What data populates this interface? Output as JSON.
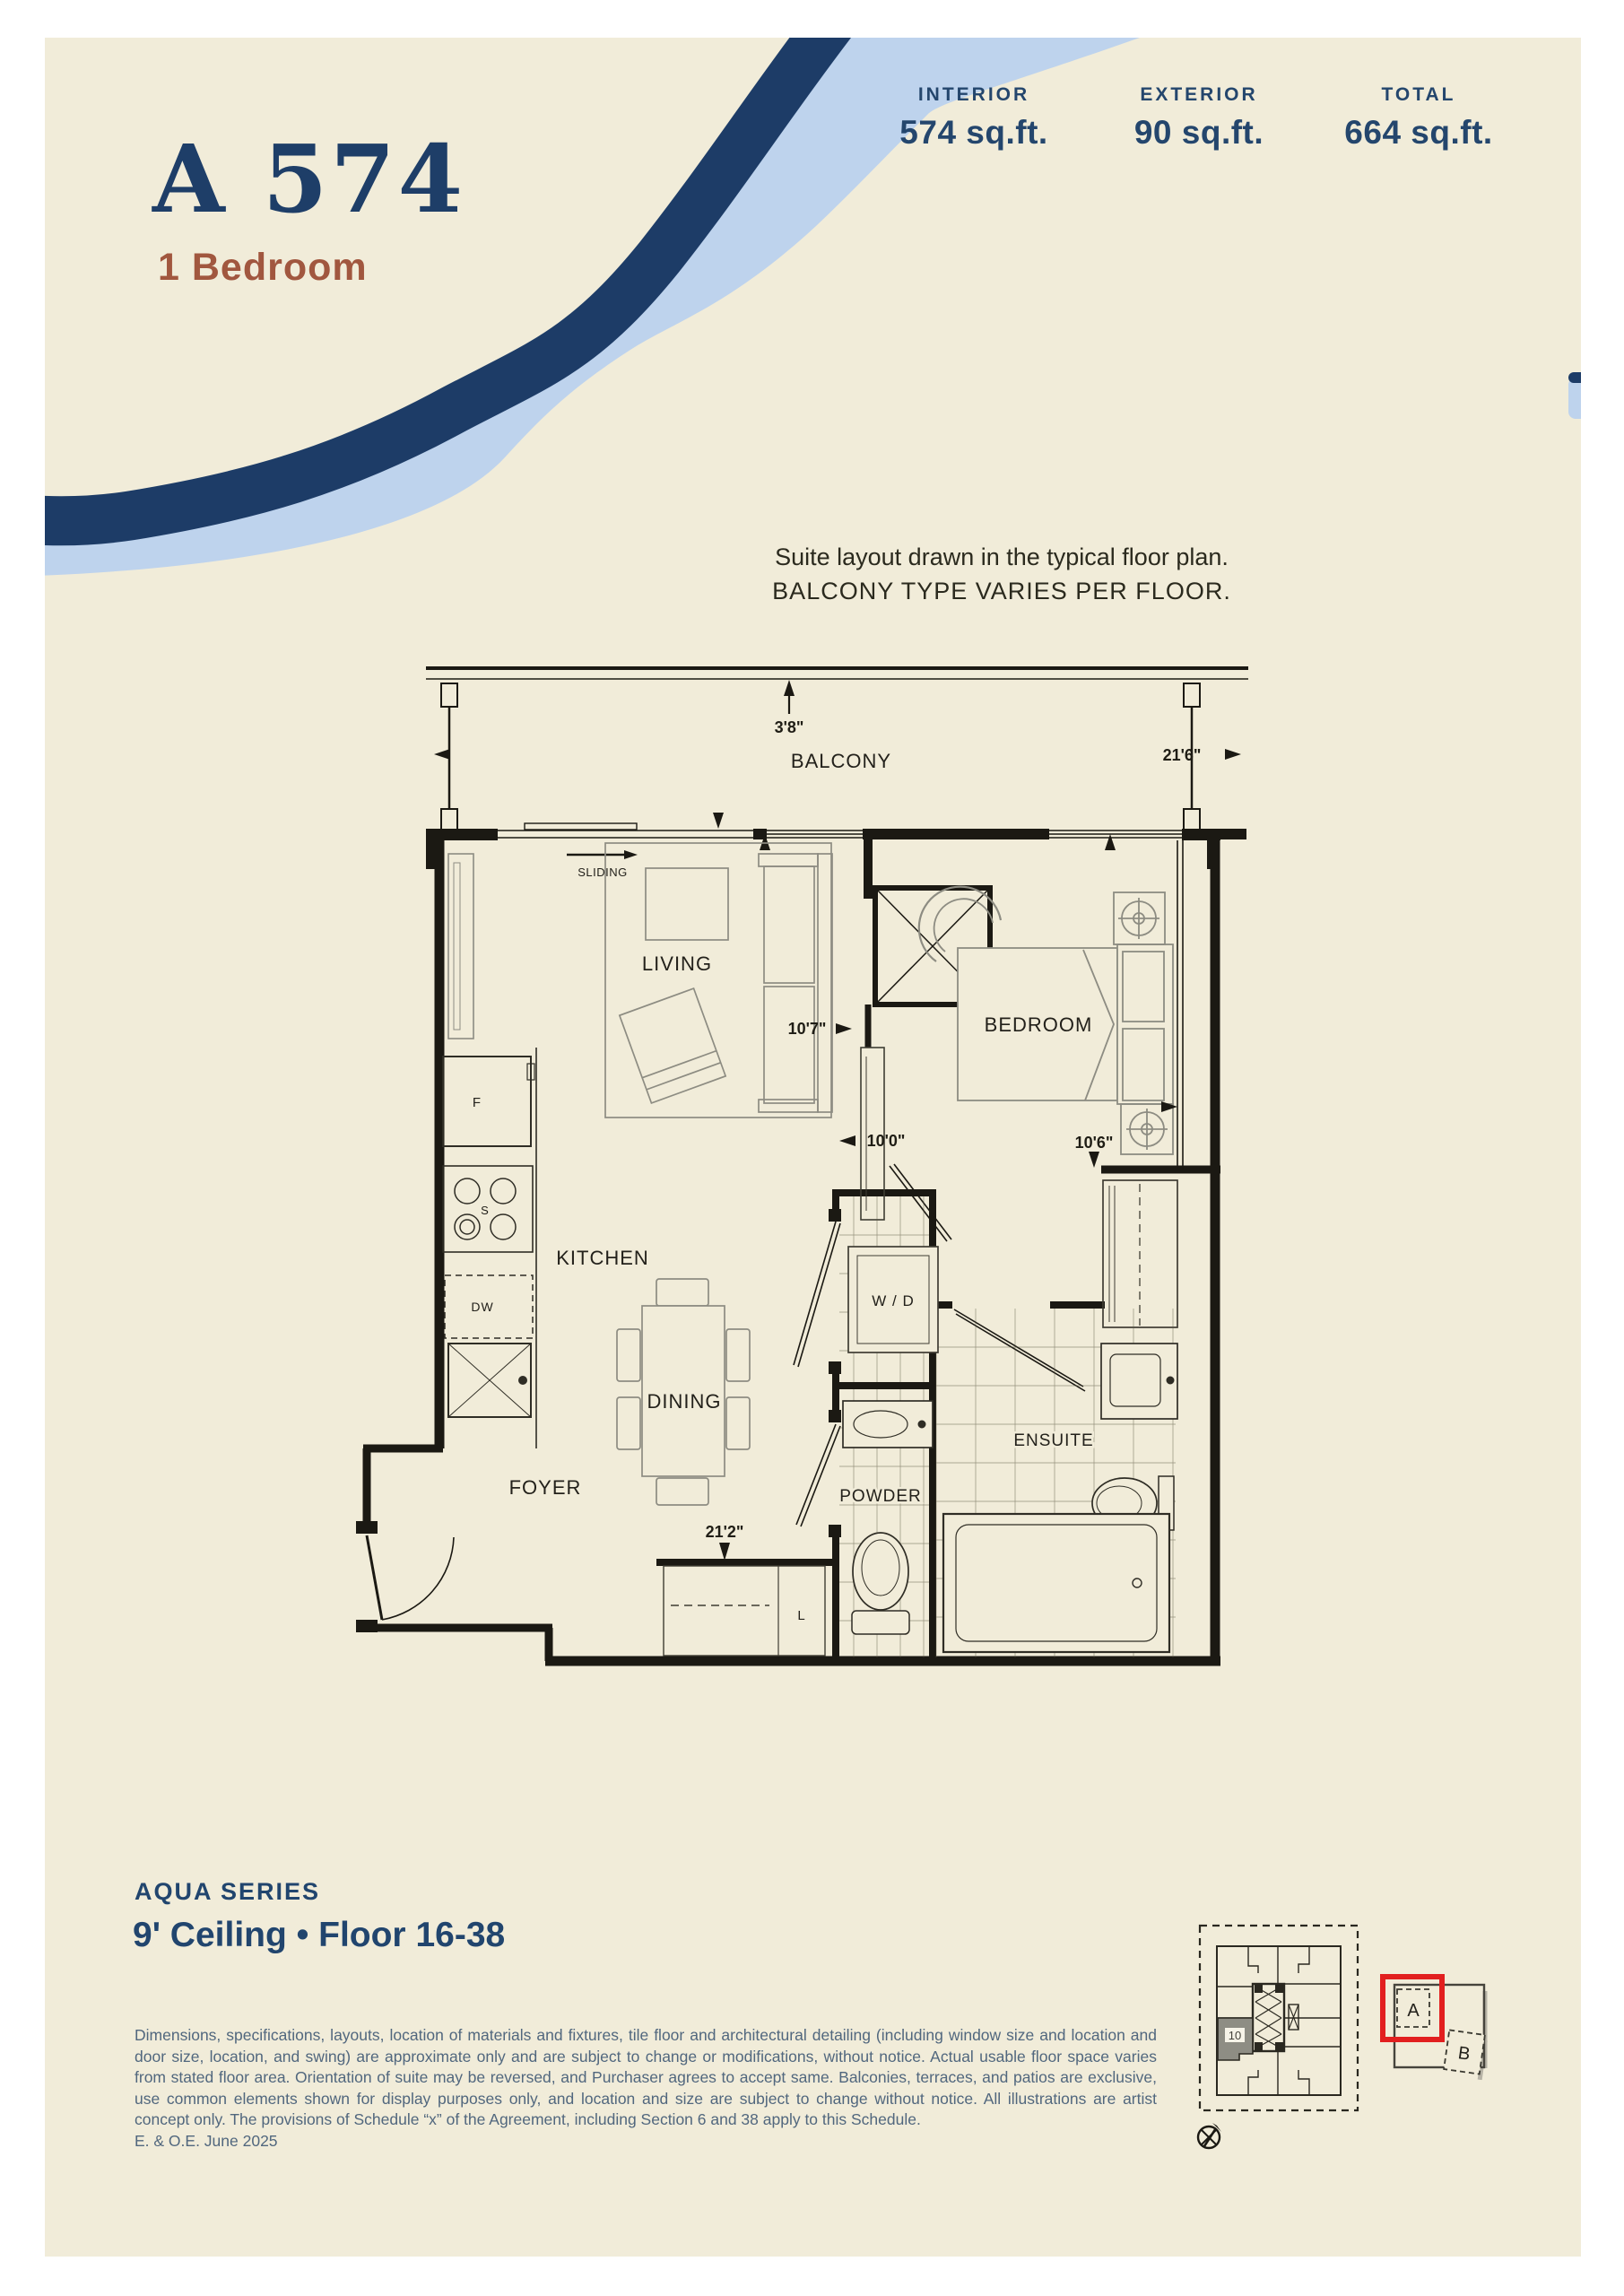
{
  "header": {
    "unit": "A 574",
    "type": "1 Bedroom"
  },
  "stats": [
    {
      "label": "INTERIOR",
      "value": "574 sq.ft."
    },
    {
      "label": "EXTERIOR",
      "value": "90 sq.ft."
    },
    {
      "label": "TOTAL",
      "value": "664 sq.ft."
    }
  ],
  "note": {
    "line1": "Suite layout drawn in the typical floor plan.",
    "line2": "BALCONY TYPE VARIES PER FLOOR."
  },
  "plan": {
    "labels": {
      "balcony": "BALCONY",
      "living": "LIVING",
      "bedroom": "BEDROOM",
      "kitchen": "KITCHEN",
      "dining": "DINING",
      "wd": "W / D",
      "powder": "POWDER",
      "ensuite": "ENSUITE",
      "foyer": "FOYER",
      "sliding": "SLIDING",
      "fridge": "F",
      "stove": "S",
      "dw": "DW",
      "linen": "L"
    },
    "dims": {
      "d38": "3'8\"",
      "d216": "21'6\"",
      "d107": "10'7\"",
      "d100": "10'0\"",
      "d106": "10'6\"",
      "d212": "21'2\""
    }
  },
  "footer": {
    "series": "AQUA SERIES",
    "ceiling": "9' Ceiling • Floor 16-38",
    "disclaimer": "Dimensions, specifications, layouts, location of materials and fixtures, tile floor and architectural detailing (including window size and location and door size, location, and swing) are approximate only and are subject to change or modifications, without notice. Actual usable floor space varies from stated floor area. Orientation of suite may be reversed, and Purchaser agrees to accept same. Balconies, terraces, and patios are exclusive, use common elements shown for display purposes only, and location and size are subject to change without notice. All illustrations are artist concept only. The provisions of Schedule “x” of the Agreement, including Section 6 and 38 apply to this Schedule.",
    "eo": "E. & O.E. June 2025"
  },
  "keyplan": {
    "unit": "10",
    "suite_a": "A",
    "suite_b": "B"
  },
  "colors": {
    "cream": "#f1ecd9",
    "navy": "#1d3c67",
    "light_blue": "#bed3ed",
    "text_navy": "#24466d",
    "brown": "#a1573f",
    "slate": "#51677e",
    "wall": "#1b1913",
    "furniture": "#8d8c82",
    "highlight_red": "#e21f1f"
  }
}
